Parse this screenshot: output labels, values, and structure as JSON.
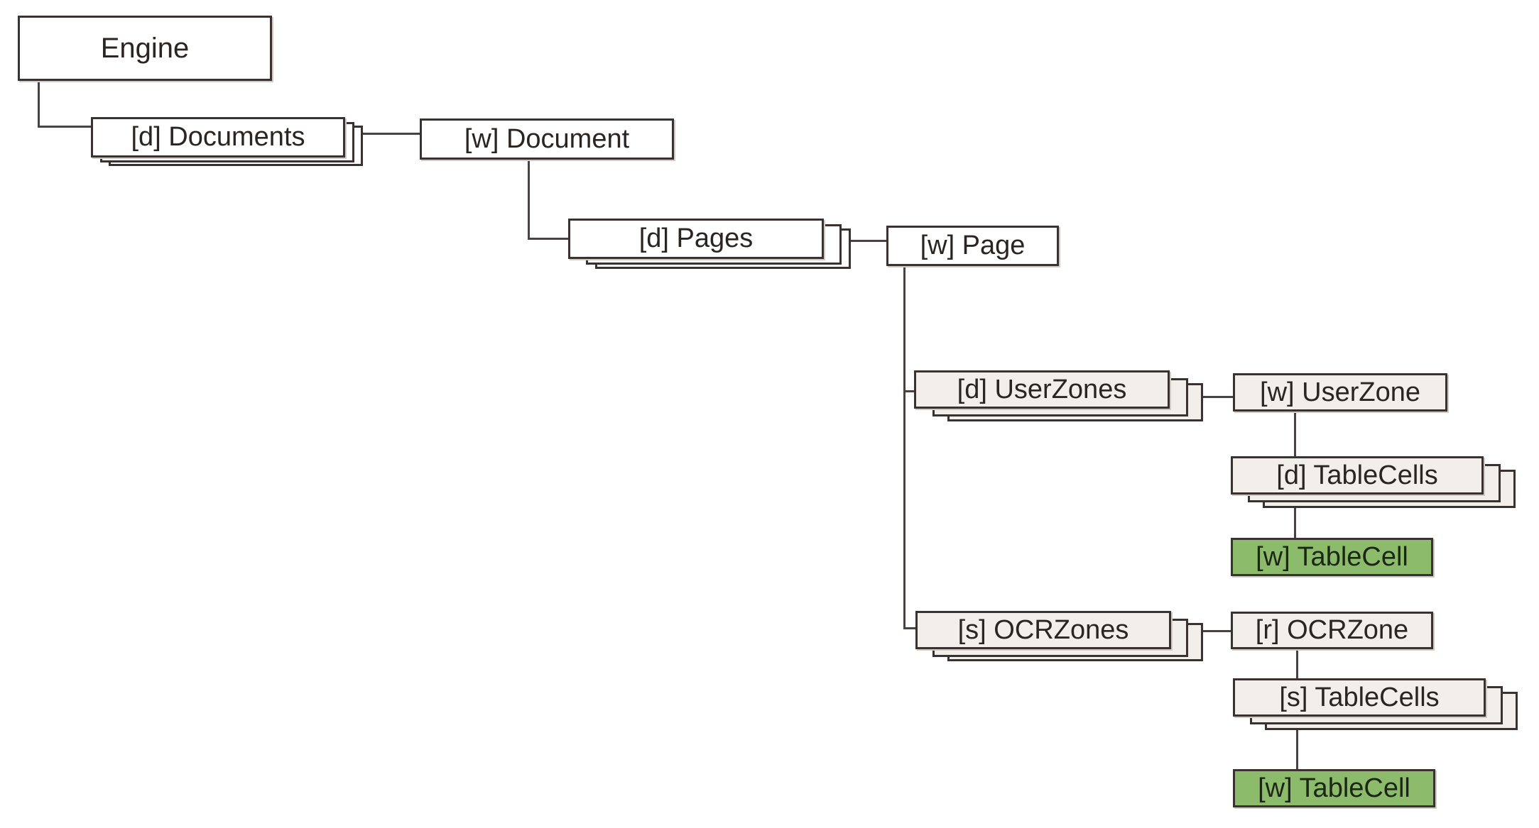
{
  "diagram": {
    "engine": "Engine",
    "documents": "[d] Documents",
    "document": "[w] Document",
    "pages": "[d] Pages",
    "page": "[w] Page",
    "userzones": "[d] UserZones",
    "userzone": "[w] UserZone",
    "tablecells_d": "[d] TableCells",
    "tablecell_user": "[w] TableCell",
    "ocrzones": "[s] OCRZones",
    "ocrzone": "[r] OCRZone",
    "tablecells_s": "[s] TableCells",
    "tablecell_ocr": "[w] TableCell"
  },
  "colors": {
    "border": "#3a3230",
    "collection_fill": "#f2efea",
    "leaf_fill": "#8dbb6c"
  }
}
